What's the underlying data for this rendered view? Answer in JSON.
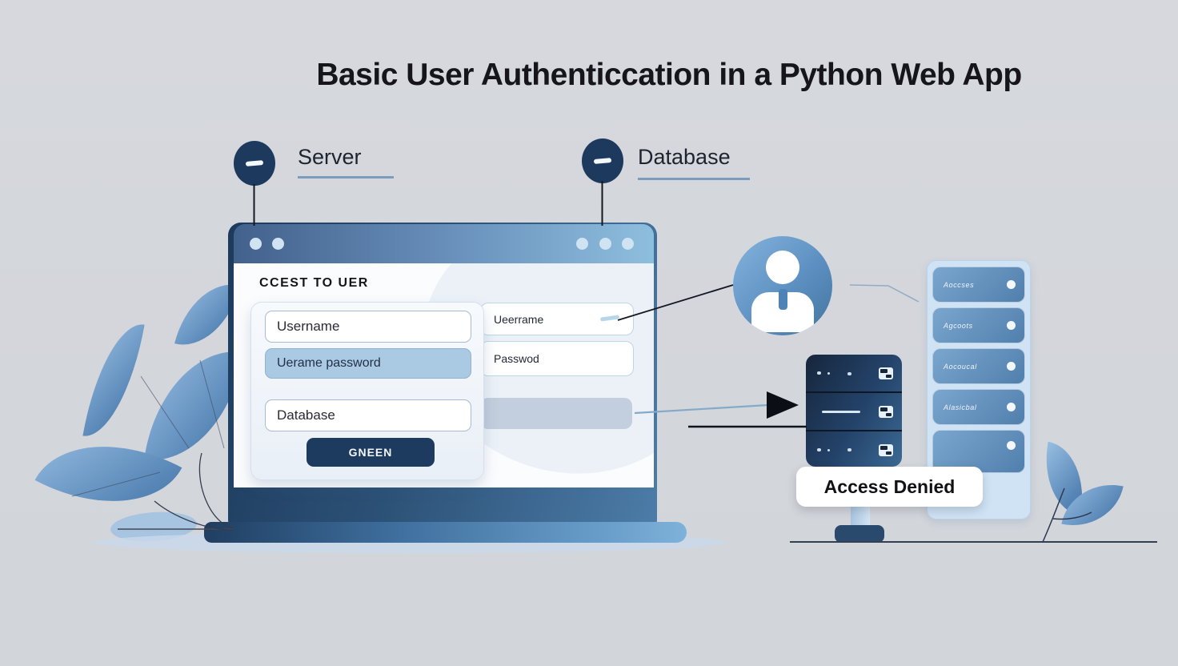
{
  "title": "Basic User Authenticcation in a Python Web App",
  "labels": {
    "server": "Server",
    "database": "Database",
    "access_denied": "Access Denied"
  },
  "browser": {
    "heading": "CCEST TO UER",
    "login_card": {
      "username_value": "Username",
      "password_value": "Uerame password",
      "database_value": "Database",
      "submit_label": "GNEEN"
    },
    "side_fields": {
      "username_value": "Ueerrame",
      "password_value": "Passwod"
    }
  },
  "records_panel": {
    "rows": [
      {
        "label": "Aoccses"
      },
      {
        "label": "Agcoots"
      },
      {
        "label": "Aocoucal"
      },
      {
        "label": "Alasicbal"
      },
      {
        "label": ""
      }
    ]
  },
  "colors": {
    "background": "#d4d6db",
    "navy": "#1d3a5f",
    "titlebar_left": "#42618c",
    "titlebar_right": "#8ebede",
    "field_fill": "#aac9e3",
    "panel_blue": "#cfe3f4",
    "leaf_blue": "#5584b5"
  }
}
